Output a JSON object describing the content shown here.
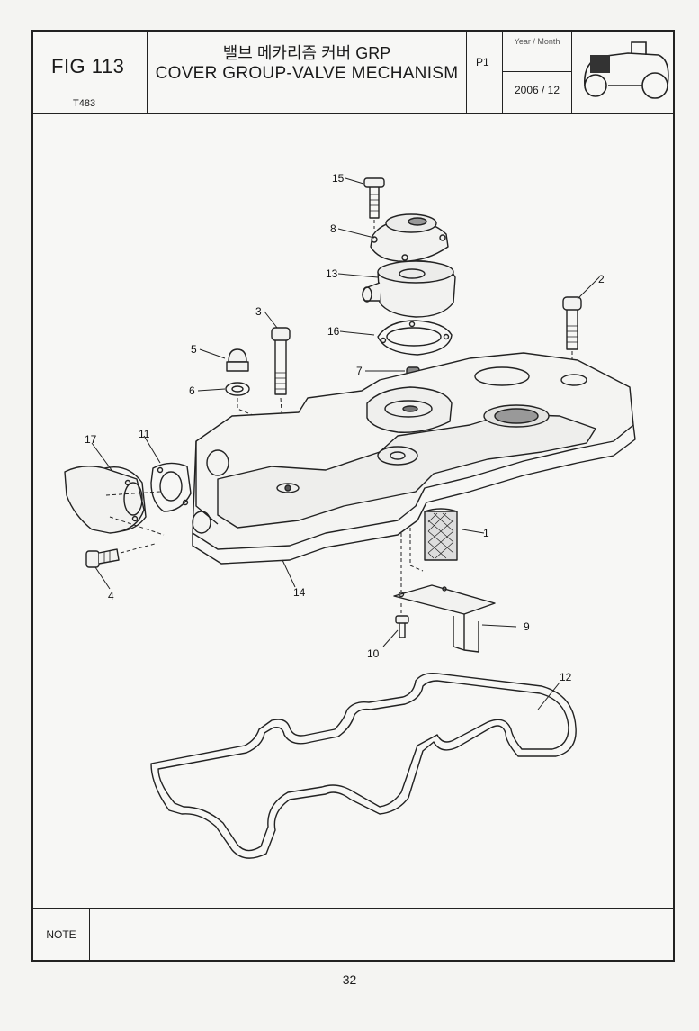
{
  "header": {
    "fig_no": "FIG 113",
    "model": "T483",
    "title_korean": "밸브 메카리즘 커버 GRP",
    "title_english": "COVER GROUP-VALVE MECHANISM",
    "page_code": "P1",
    "year_month_label": "Year / Month",
    "year_month_value": "2006 / 12",
    "tractor_icon": "tractor-icon"
  },
  "callouts": [
    "15",
    "8",
    "13",
    "16",
    "7",
    "3",
    "5",
    "6",
    "2",
    "17",
    "11",
    "1",
    "14",
    "4",
    "10",
    "9",
    "12"
  ],
  "note": {
    "label": "NOTE",
    "text": ""
  },
  "footer": {
    "page_number": "32"
  }
}
